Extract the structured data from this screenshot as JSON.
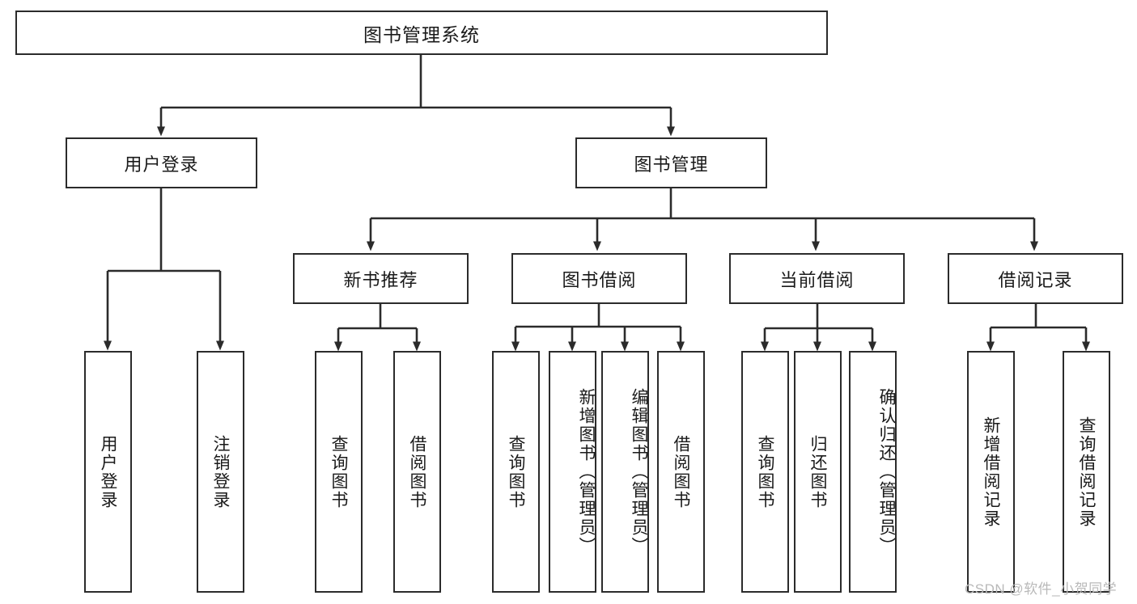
{
  "diagram": {
    "title": "图书管理系统",
    "watermark": "CSDN @软件_小贺同学",
    "colors": {
      "stroke": "#2b2b2b",
      "fill": "#ffffff",
      "text": "#1a1a1a",
      "watermark": "#b9b9b9"
    },
    "root": {
      "label": "图书管理系统"
    },
    "level1": [
      {
        "label": "用户登录"
      },
      {
        "label": "图书管理"
      }
    ],
    "level2": [
      {
        "label": "新书推荐"
      },
      {
        "label": "图书借阅"
      },
      {
        "label": "当前借阅"
      },
      {
        "label": "借阅记录"
      }
    ],
    "leaves": {
      "user_login": [
        {
          "label": "用户登录"
        },
        {
          "label": "注销登录"
        }
      ],
      "new_book": [
        {
          "label": "查询图书"
        },
        {
          "label": "借阅图书"
        }
      ],
      "book_borrow": [
        {
          "label": "查询图书"
        },
        {
          "label": "新增图书（管理员）"
        },
        {
          "label": "编辑图书（管理员）"
        },
        {
          "label": "借阅图书"
        }
      ],
      "current_borrow": [
        {
          "label": "查询图书"
        },
        {
          "label": "归还图书"
        },
        {
          "label": "确认归还（管理员）"
        }
      ],
      "borrow_record": [
        {
          "label": "新增借阅记录"
        },
        {
          "label": "查询借阅记录"
        }
      ]
    }
  }
}
